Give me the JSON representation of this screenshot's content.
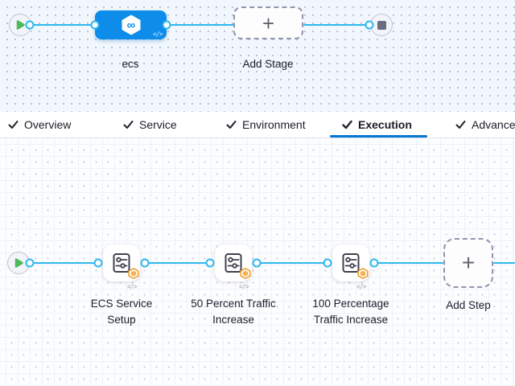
{
  "stage_canvas": {
    "stage_label": "ecs",
    "stage_icon_glyph": "∞",
    "code_icon_label": "</>",
    "add_stage_label": "Add Stage",
    "plus": "+"
  },
  "tabs": [
    {
      "label": "Overview",
      "checked": true,
      "active": false
    },
    {
      "label": "Service",
      "checked": true,
      "active": false
    },
    {
      "label": "Environment",
      "checked": true,
      "active": false
    },
    {
      "label": "Execution",
      "checked": true,
      "active": true
    },
    {
      "label": "Advanced",
      "checked": true,
      "active": false
    }
  ],
  "execution_canvas": {
    "steps": [
      {
        "label": "ECS Service Setup"
      },
      {
        "label": "50 Percent Traffic Increase"
      },
      {
        "label": "100 Percentage Traffic Increase"
      }
    ],
    "add_step_label": "Add Step",
    "plus": "+",
    "code_icon_label": "</>"
  },
  "colors": {
    "connector_blue": "#2eb8ef",
    "stage_node_blue": "#0d8de9",
    "tab_active_underline": "#0278d5",
    "badge_orange": "#f0a23c",
    "play_green": "#4eb85c",
    "top_canvas_bg": "#f1f7fc",
    "bottom_canvas_bg": "#fcfdff"
  }
}
